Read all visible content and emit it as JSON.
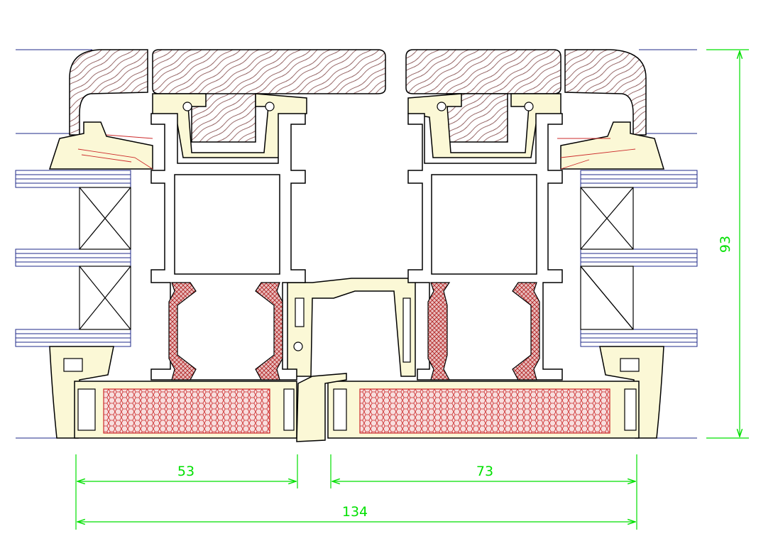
{
  "dimensions": {
    "left_width": "53",
    "right_width": "73",
    "total_width": "134",
    "height": "93"
  },
  "colors": {
    "profile_outline": "#000000",
    "aluminium_fill": "#ffffff",
    "pvc_fill": "#fbf8d6",
    "insulation_hatch": "#cc2b2b",
    "wood_grain": "#7a3d3d",
    "dimension_lines": "#00e000",
    "guide_lines": "#1f2a8a",
    "seal_fill": "#ffffff"
  }
}
